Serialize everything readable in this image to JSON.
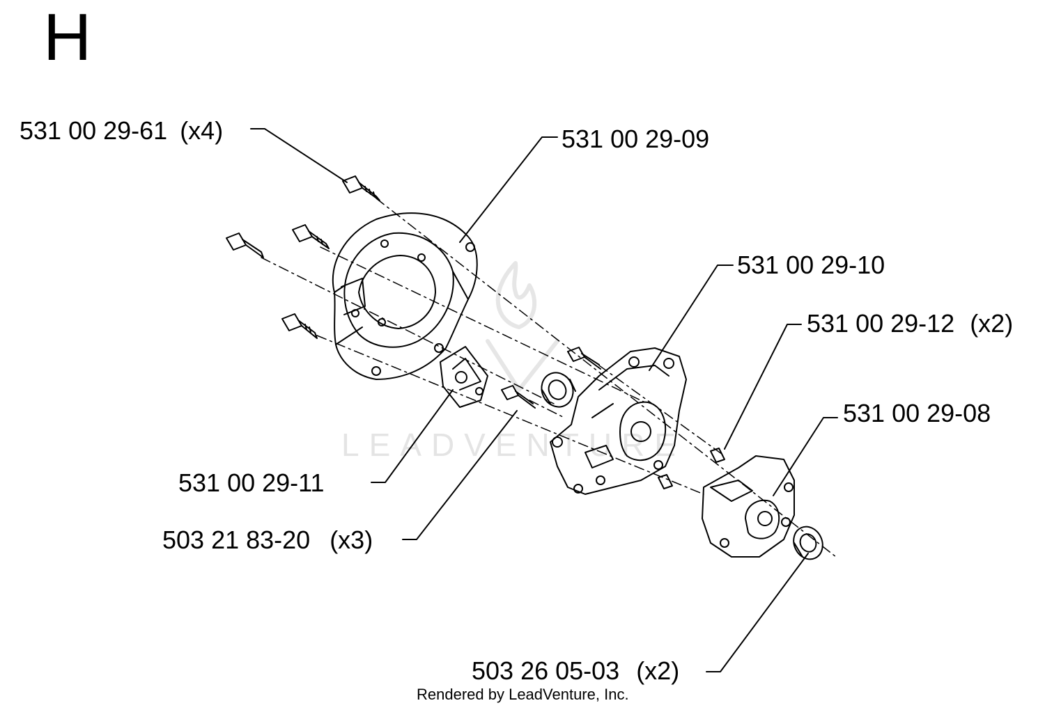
{
  "section_letter": "H",
  "callouts": [
    {
      "id": "bolt-flywheel-cover",
      "part_number": "531 00 29-61",
      "qty": "(x4)"
    },
    {
      "id": "flywheel-cover",
      "part_number": "531 00 29-09",
      "qty": ""
    },
    {
      "id": "crankcase-half-left",
      "part_number": "531 00 29-10",
      "qty": ""
    },
    {
      "id": "guide-pin",
      "part_number": "531 00 29-12",
      "qty": "(x2)"
    },
    {
      "id": "crankcase-half-right",
      "part_number": "531 00 29-08",
      "qty": ""
    },
    {
      "id": "bracket",
      "part_number": "531 00 29-11",
      "qty": ""
    },
    {
      "id": "screw-crankcase",
      "part_number": "503 21 83-20",
      "qty": "(x3)"
    },
    {
      "id": "seal-ring",
      "part_number": "503 26 05-03",
      "qty": "(x2)"
    }
  ],
  "footer": "Rendered by LeadVenture, Inc.",
  "watermark": "LEADVENTURE",
  "colors": {
    "line": "#000000",
    "background": "#ffffff",
    "watermark": "#e4e4e4"
  }
}
